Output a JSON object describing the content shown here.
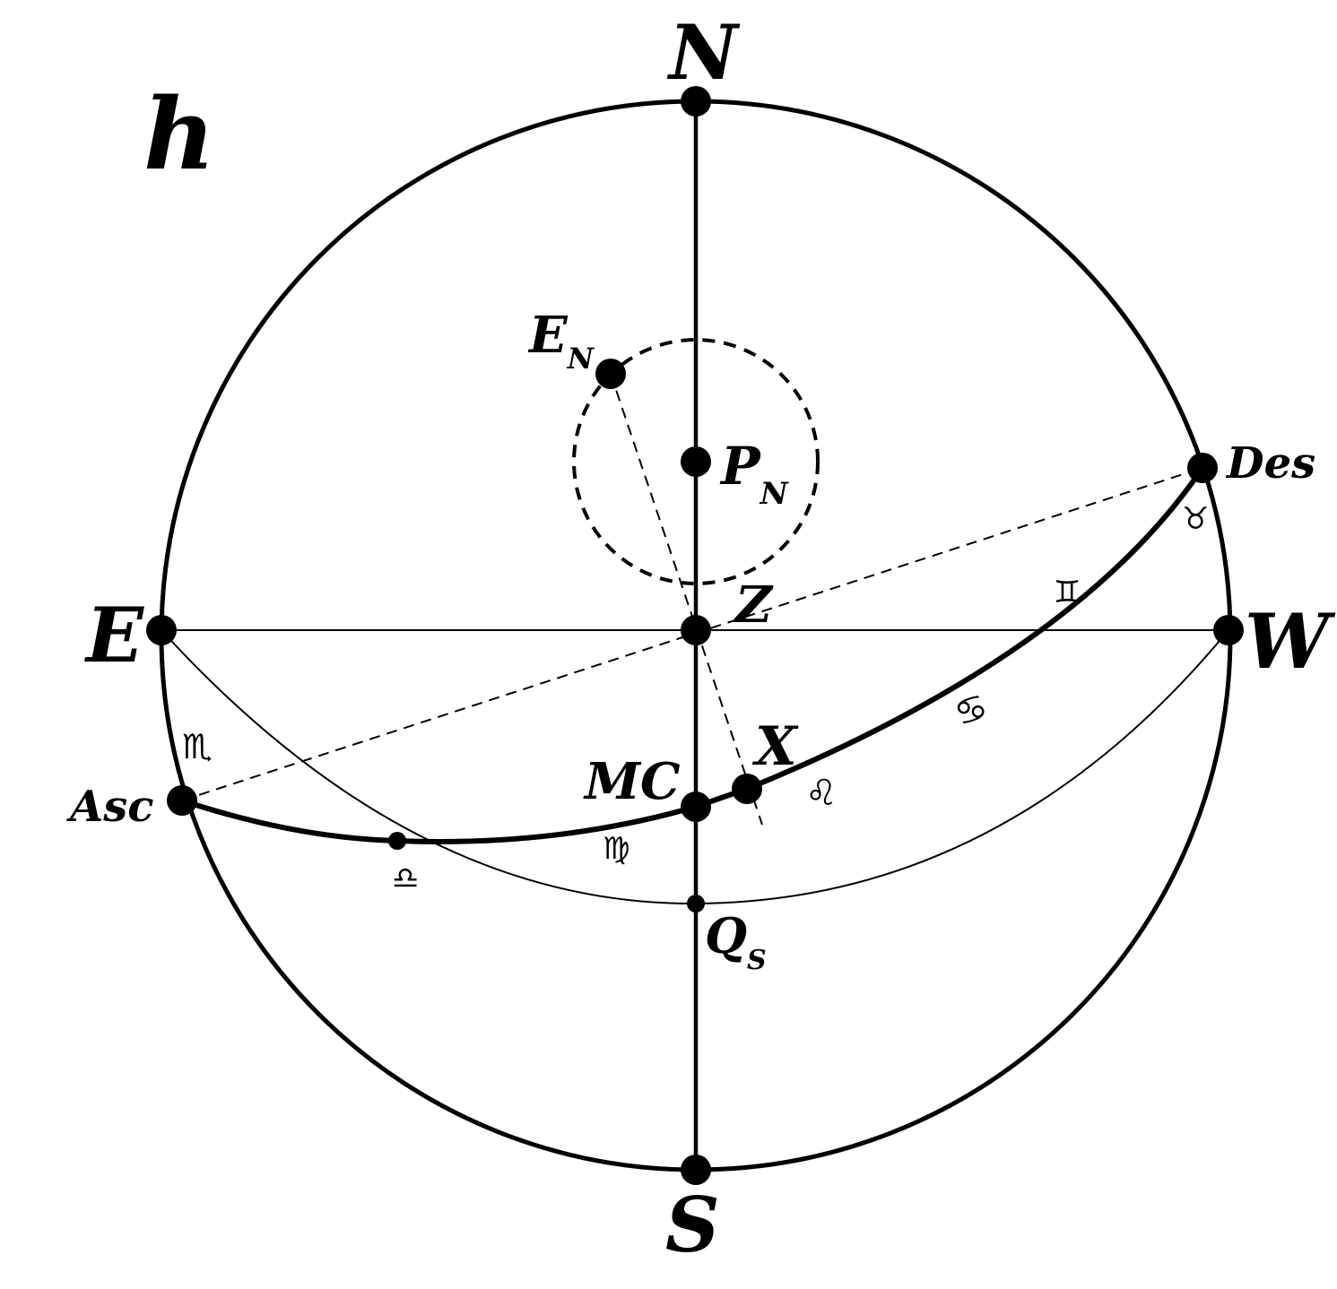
{
  "figure": {
    "panel_letter": "h",
    "colors": {
      "ink": "#000000",
      "background": "#ffffff"
    }
  },
  "labels": {
    "north": "N",
    "south": "S",
    "east": "E",
    "west": "W",
    "zenith": "Z",
    "pole_north": "P",
    "pole_north_sub": "N",
    "ecliptic_pole_north": "E",
    "ecliptic_pole_north_sub": "N",
    "ascendant": "Asc",
    "descendant": "Des",
    "midheaven": "MC",
    "equator_south": "Q",
    "equator_south_sub": "S",
    "point_x": "X"
  },
  "zodiac_signs": {
    "taurus": "♉",
    "gemini": "♊",
    "cancer": "♋",
    "leo": "♌",
    "virgo": "♍",
    "libra": "♎",
    "scorpio": "♏"
  }
}
